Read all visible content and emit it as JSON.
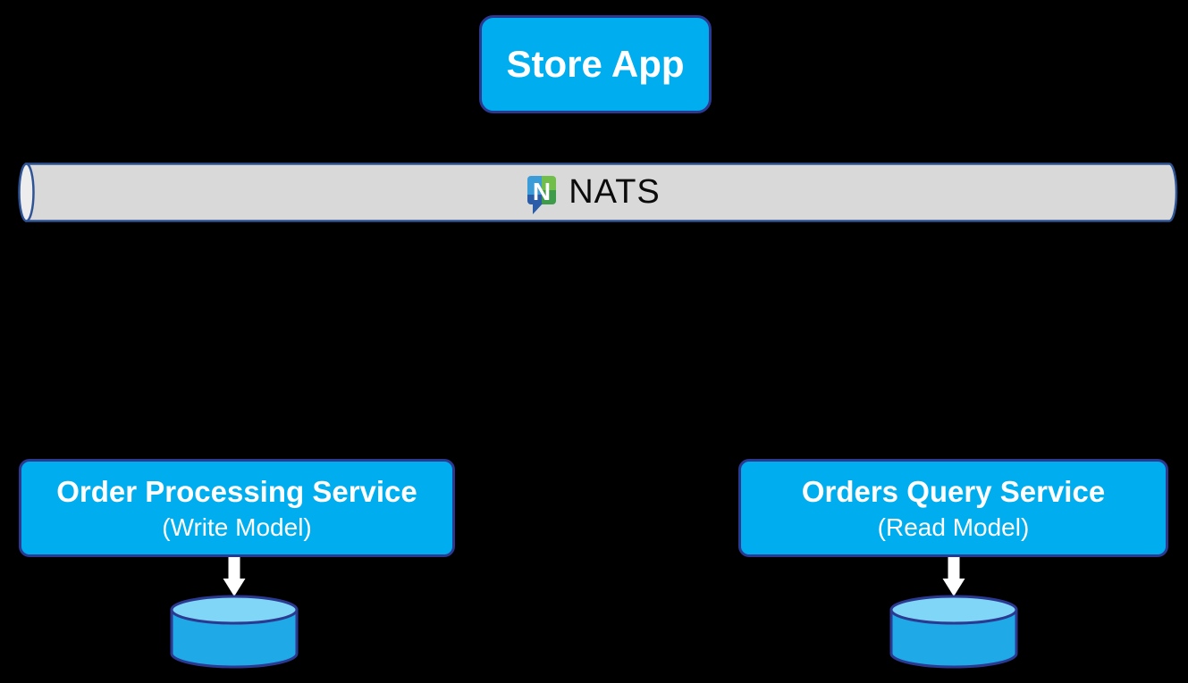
{
  "diagram": {
    "type": "architecture-diagram",
    "nodes": {
      "store_app": {
        "label": "Store App"
      },
      "nats": {
        "label": "NATS",
        "logo_letter": "N"
      },
      "order_processing": {
        "title": "Order Processing Service",
        "subtitle": "(Write Model)"
      },
      "orders_query": {
        "title": "Orders Query Service",
        "subtitle": "(Read Model)"
      }
    },
    "connectors": [
      {
        "from": "order_processing",
        "to": "write-database",
        "direction": "down",
        "color": "#FFFFFF"
      },
      {
        "from": "orders_query",
        "to": "read-database",
        "direction": "down",
        "color": "#FFFFFF"
      }
    ],
    "colors": {
      "background": "#000000",
      "node_fill": "#00AEEF",
      "node_border": "#2B3990",
      "node_text": "#FFFFFF",
      "pipe_fill": "#D9D9D9",
      "pipe_cap_fill": "#EDEDED",
      "pipe_border": "#2F5496",
      "pipe_text": "#0B0B0B",
      "db_fill": "#1FA9E6",
      "db_top_fill": "#7FD6F7",
      "db_border": "#2B3990",
      "arrow": "#FFFFFF",
      "nats_logo_blue": "#3C9CD7",
      "nats_logo_dark_blue": "#2A5CA8",
      "nats_logo_green": "#71BE4B",
      "nats_logo_dark_green": "#3E9B49"
    }
  }
}
